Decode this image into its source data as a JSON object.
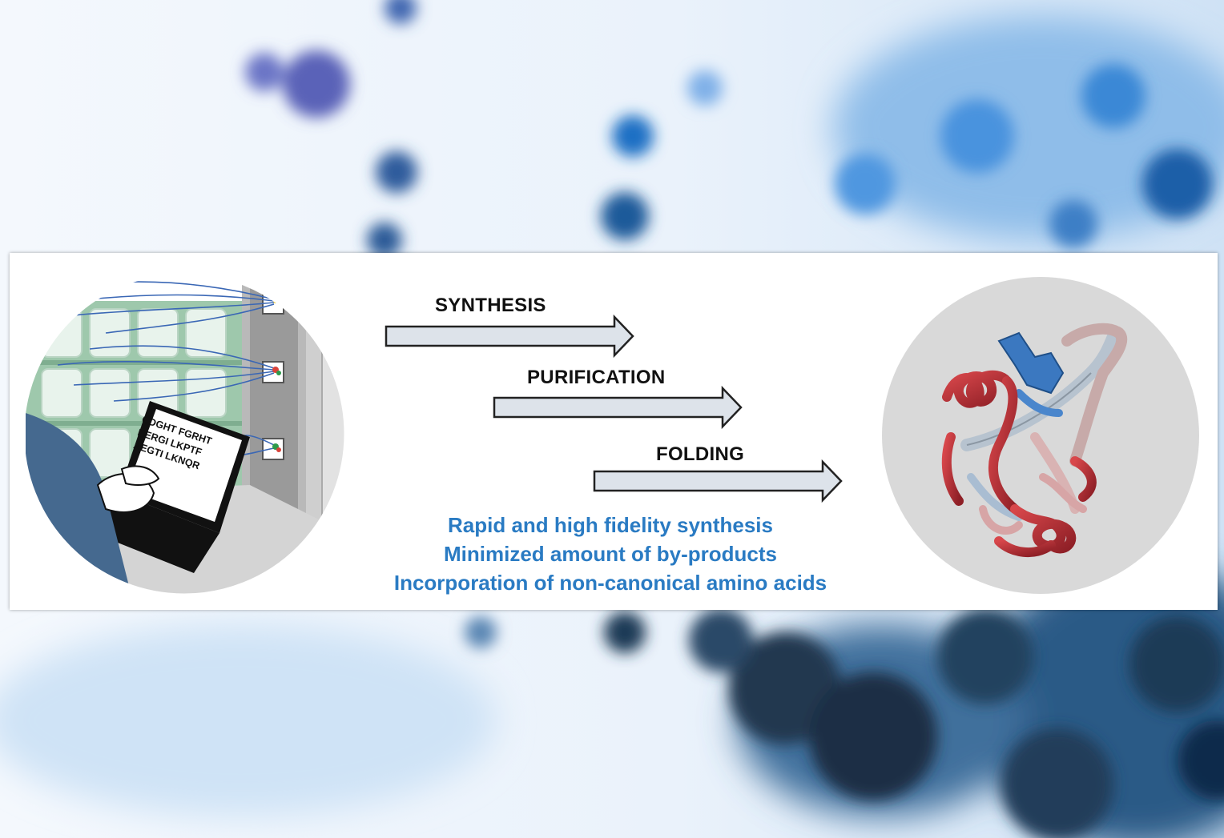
{
  "steps": [
    {
      "label": "SYNTHESIS"
    },
    {
      "label": "PURIFICATION"
    },
    {
      "label": "FOLDING"
    }
  ],
  "benefits": [
    "Rapid and high fidelity synthesis",
    "Minimized amount of by-products",
    "Incorporation of non-canonical amino acids"
  ],
  "laptop_screen": [
    "CDGHT FGRHT",
    "DERGI LKPTF",
    "AEGTI LKNQR"
  ],
  "colors": {
    "benefit_text": "#2a7bc3",
    "arrow_fill": "#dde3ea",
    "arrow_stroke": "#222222",
    "helix_red": "#c0343a",
    "strand_blue": "#3b78c0",
    "circle_bg": "#d9d9d9"
  },
  "icons": {
    "left_illustration": "automated-synthesizer-with-laptop",
    "right_illustration": "folded-protein-ribbon",
    "step_arrow": "right-arrow"
  }
}
